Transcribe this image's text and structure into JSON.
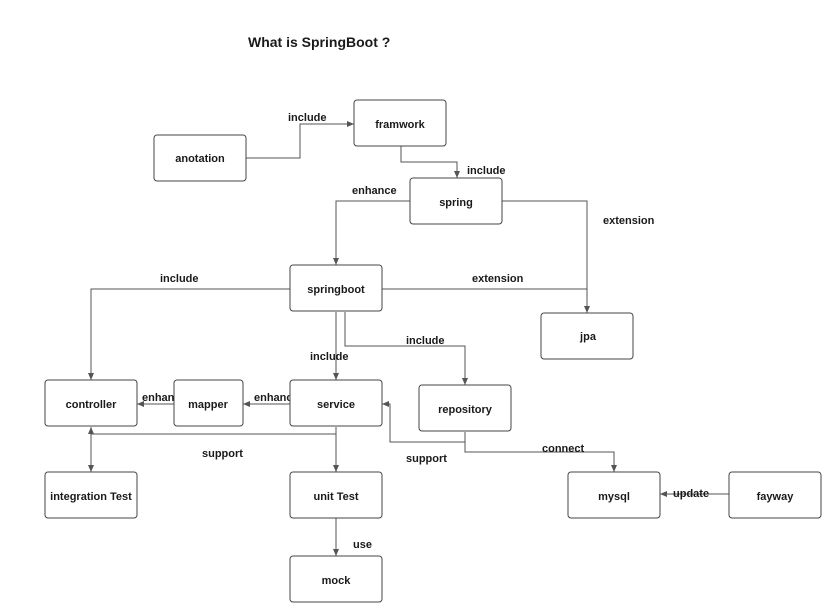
{
  "title": "What is SpringBoot ?",
  "nodes": {
    "anotation": "anotation",
    "framwork": "framwork",
    "spring": "spring",
    "springboot": "springboot",
    "jpa": "jpa",
    "controller": "controller",
    "mapper": "mapper",
    "service": "service",
    "repository": "repository",
    "integration_test": "integration Test",
    "unit_test": "unit Test",
    "mysql": "mysql",
    "fayway": "fayway",
    "mock": "mock"
  },
  "edges": {
    "anotation_framwork": "include",
    "framwork_spring": "include",
    "spring_springboot": "enhance",
    "spring_jpa": "extension",
    "springboot_controller": "include",
    "springboot_jpa": "extension",
    "springboot_service": "include",
    "springboot_repository": "include",
    "mapper_controller": "enhance",
    "service_mapper": "enhance",
    "controller_tests_support": "support",
    "repository_service_support": "support",
    "repository_mysql": "connect",
    "fayway_mysql": "update",
    "unittest_mock": "use"
  }
}
